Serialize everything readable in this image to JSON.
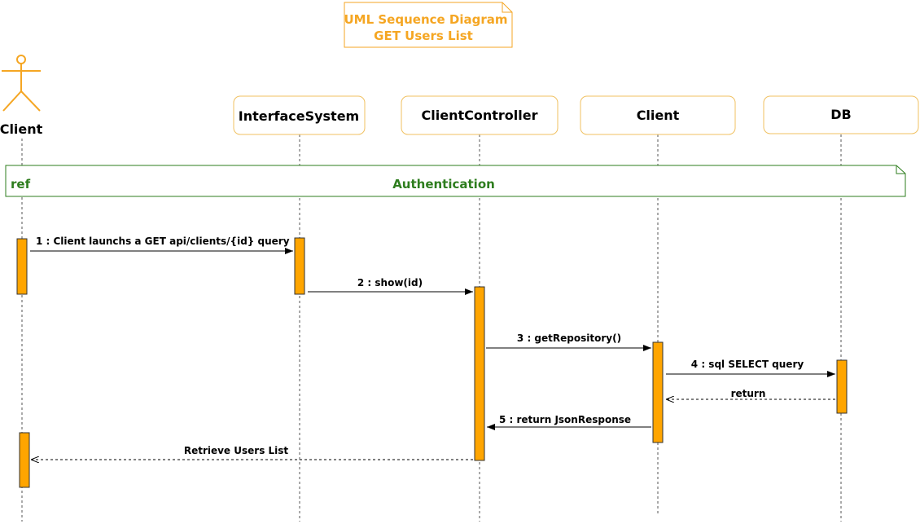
{
  "title": {
    "line1": "UML Sequence Diagram",
    "line2": "GET Users List"
  },
  "actor": {
    "name": "Client"
  },
  "participants": [
    "InterfaceSystem",
    "ClientController",
    "Client",
    "DB"
  ],
  "fragment": {
    "operator": "ref",
    "name": "Authentication"
  },
  "messages": [
    {
      "label": "1  : Client launchs a GET api/clients/{id} query"
    },
    {
      "label": "2 : show(id)"
    },
    {
      "label": "3 : getRepository()"
    },
    {
      "label": "4 : sql SELECT query"
    },
    {
      "label": "return"
    },
    {
      "label": "5 : return JsonResponse"
    },
    {
      "label": "Retrieve Users List"
    }
  ],
  "colors": {
    "actor": "#f5a623",
    "activation": "#ffa500",
    "fragment": "#2e7d1e",
    "title": "#f5a623",
    "box_border": "#f0c060"
  }
}
